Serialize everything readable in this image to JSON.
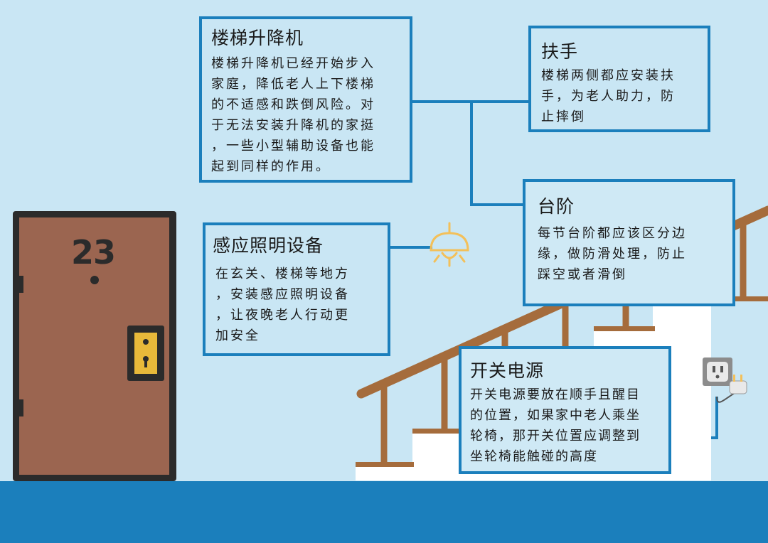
{
  "door": {
    "number": "23"
  },
  "boxes": {
    "stairlift": {
      "title": "楼梯升降机",
      "lines": [
        "楼梯升降机已经开始步入",
        "家庭，降低老人上下楼梯",
        "的不适感和跌倒风险。对",
        "于无法安装升降机的家挺",
        "，一些小型辅助设备也能",
        "起到同样的作用。"
      ]
    },
    "handrail": {
      "title": "扶手",
      "lines": [
        "楼梯两侧都应安装扶",
        "手，为老人助力，防",
        "止摔倒"
      ]
    },
    "steps": {
      "title": "台阶",
      "lines": [
        "每节台阶都应该区分边",
        "缘，做防滑处理，防止",
        "踩空或者滑倒"
      ]
    },
    "lighting": {
      "title": "感应照明设备",
      "lines": [
        "在玄关、楼梯等地方",
        "，安装感应照明设备",
        "，让夜晚老人行动更",
        "加安全"
      ]
    },
    "switch": {
      "title": "开关电源",
      "lines": [
        "开关电源要放在顺手且醒目",
        "的位置，如果家中老人乘坐",
        "轮椅，那开关位置应调整到",
        "坐轮椅能触碰的高度"
      ]
    }
  },
  "colors": {
    "background": "#c9e6f4",
    "floor": "#1b7fbc",
    "border": "#1b7fbc",
    "door": "#9b6550",
    "door_frame": "#2b2b2b",
    "lock": "#e8b93a",
    "rail": "#a56c3c",
    "stair": "#ffffff",
    "lamp": "#f3c05a"
  }
}
